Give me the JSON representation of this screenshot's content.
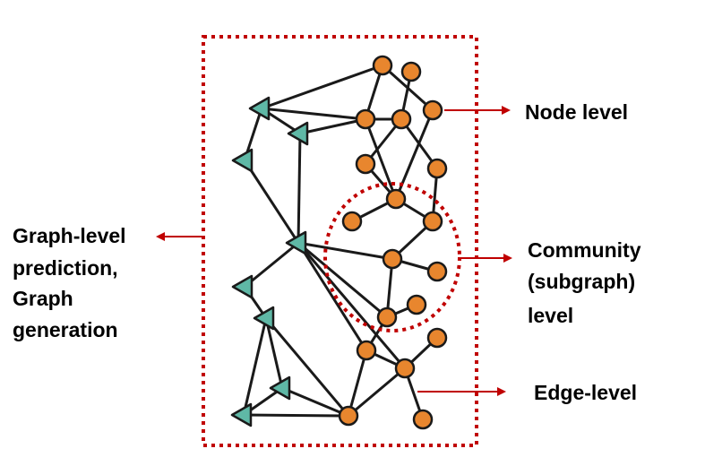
{
  "diagram": {
    "title": "Graph prediction task levels",
    "colors": {
      "frame": "#C00000",
      "arrow": "#C00000",
      "edge": "#1a1a1a",
      "node_fill": "#E8862E",
      "triangle_fill": "#5FB8A6",
      "outline": "#1a1a1a"
    },
    "labels": {
      "node_level": "Node level",
      "community_line1": "Community",
      "community_line2": "(subgraph)",
      "community_line3": "level",
      "edge_level": "Edge-level",
      "graph_line1": "Graph-level",
      "graph_line2": "prediction,",
      "graph_line3": "Graph",
      "graph_line4": "generation"
    },
    "nodes": [
      {
        "id": "O1",
        "kind": "circle"
      },
      {
        "id": "O2",
        "kind": "circle"
      },
      {
        "id": "O3",
        "kind": "circle"
      },
      {
        "id": "O4",
        "kind": "circle"
      },
      {
        "id": "O5",
        "kind": "circle"
      },
      {
        "id": "O6",
        "kind": "circle"
      },
      {
        "id": "O7",
        "kind": "circle"
      },
      {
        "id": "O8",
        "kind": "circle"
      },
      {
        "id": "O9",
        "kind": "circle"
      },
      {
        "id": "O10",
        "kind": "circle"
      },
      {
        "id": "O11",
        "kind": "circle"
      },
      {
        "id": "O12",
        "kind": "circle"
      },
      {
        "id": "O13",
        "kind": "circle"
      },
      {
        "id": "O14",
        "kind": "circle"
      },
      {
        "id": "O15",
        "kind": "circle"
      },
      {
        "id": "O16",
        "kind": "circle"
      },
      {
        "id": "O17",
        "kind": "circle"
      },
      {
        "id": "O18",
        "kind": "circle"
      },
      {
        "id": "O19",
        "kind": "circle"
      },
      {
        "id": "T1",
        "kind": "triangle"
      },
      {
        "id": "T2",
        "kind": "triangle"
      },
      {
        "id": "T3",
        "kind": "triangle"
      },
      {
        "id": "T4",
        "kind": "triangle"
      },
      {
        "id": "T5",
        "kind": "triangle"
      },
      {
        "id": "T6",
        "kind": "triangle"
      },
      {
        "id": "T7",
        "kind": "triangle"
      },
      {
        "id": "T8",
        "kind": "triangle"
      }
    ],
    "edges": [
      [
        "T1",
        "O1"
      ],
      [
        "T1",
        "O3"
      ],
      [
        "T1",
        "T2"
      ],
      [
        "T1",
        "T3"
      ],
      [
        "T2",
        "O3"
      ],
      [
        "T2",
        "T4"
      ],
      [
        "T3",
        "T4"
      ],
      [
        "O1",
        "O3"
      ],
      [
        "O1",
        "O5"
      ],
      [
        "O2",
        "O4"
      ],
      [
        "O3",
        "O4"
      ],
      [
        "O3",
        "O8"
      ],
      [
        "O4",
        "O6"
      ],
      [
        "O4",
        "O7"
      ],
      [
        "O5",
        "O8"
      ],
      [
        "O6",
        "O8"
      ],
      [
        "O7",
        "O10"
      ],
      [
        "O8",
        "O9"
      ],
      [
        "O8",
        "O10"
      ],
      [
        "O10",
        "O11"
      ],
      [
        "O11",
        "O12"
      ],
      [
        "O11",
        "T4"
      ],
      [
        "O11",
        "O14"
      ],
      [
        "O14",
        "O13"
      ],
      [
        "T4",
        "O14"
      ],
      [
        "T4",
        "O16"
      ],
      [
        "T4",
        "O17"
      ],
      [
        "T4",
        "T5"
      ],
      [
        "O14",
        "O16"
      ],
      [
        "O16",
        "O17"
      ],
      [
        "O17",
        "O15"
      ],
      [
        "O17",
        "O19"
      ],
      [
        "O17",
        "O18"
      ],
      [
        "O16",
        "O18"
      ],
      [
        "T5",
        "T6"
      ],
      [
        "T6",
        "T8"
      ],
      [
        "T6",
        "T7"
      ],
      [
        "T6",
        "O18"
      ],
      [
        "T7",
        "T8"
      ],
      [
        "T7",
        "O18"
      ],
      [
        "T8",
        "O18"
      ]
    ]
  }
}
